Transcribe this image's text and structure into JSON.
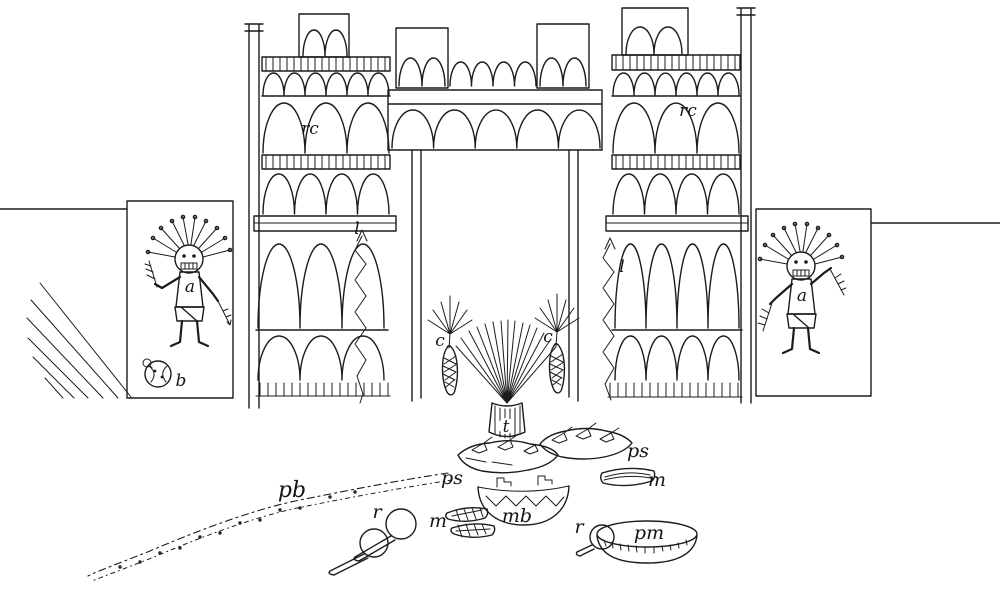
{
  "drawing": {
    "ink_color": "#1c1c1c",
    "background_color": "#ffffff"
  },
  "labels": {
    "rc_left": "rc",
    "rc_right": "rc",
    "l_left": "l",
    "l_right": "l",
    "a_left": "a",
    "a_right": "a",
    "b": "b",
    "c_left": "c",
    "c_right": "c",
    "t": "t",
    "ps_left": "ps",
    "ps_right": "ps",
    "m_upper": "m",
    "m_lower": "m",
    "mb": "mb",
    "r_left": "r",
    "r_right": "r",
    "pm": "pm",
    "pb": "pb"
  }
}
